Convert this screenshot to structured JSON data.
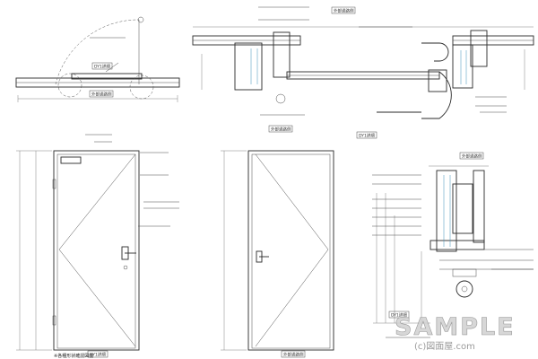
{
  "tags": {
    "plan_detail": "DY1詳細",
    "outer_wall": "外部通路側",
    "top_outer": "外部通路側",
    "side_outer": "外部通路側",
    "dy1_detail_mid": "DY1詳細",
    "dy1_detail_low": "DY1詳細",
    "right_outer": "外部通路側",
    "bottom_mid_outer": "外部通路側",
    "bottom_left_dy1": "DY1詳細"
  },
  "captions": {
    "bottom_left": "※各種形状確認図面"
  },
  "watermark": {
    "main": "SAMPLE",
    "sub": "(c)図面屋.com"
  }
}
